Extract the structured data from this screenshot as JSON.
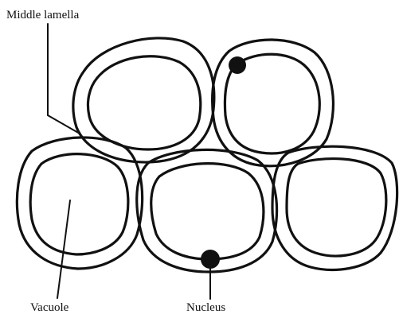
{
  "labels": {
    "middle_lamella": "Middle lamella",
    "vacuole": "Vacuole",
    "nucleus": "Nucleus"
  },
  "colors": {
    "ink": "#111111",
    "background": "#ffffff"
  }
}
